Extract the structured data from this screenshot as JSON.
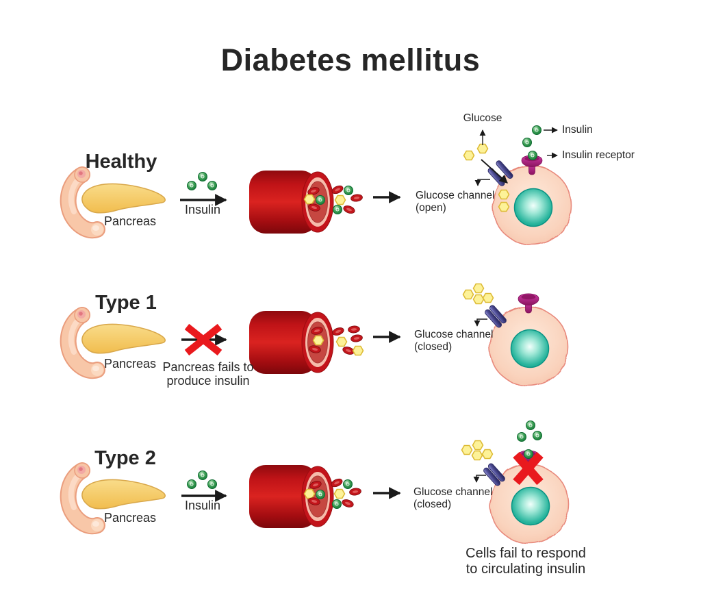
{
  "title": "Diabetes mellitus",
  "colors": {
    "text": "#262626",
    "arrow_black": "#1a1a1a",
    "insulin_green": "#1f8a44",
    "glucose_yellow": "#fdf298",
    "vessel_red": "#b30e13",
    "vessel_lining_pink": "#f6bcab",
    "cell_pink": "#f9cdb4",
    "nucleus_teal": "#15b09a",
    "receptor_magenta": "#b02588",
    "channel_purple": "#3c3b7c",
    "cross_red": "#e9191d",
    "pancreas_yellow": "#f5c95e",
    "duodenum_peach": "#f8c7a8"
  },
  "rows": {
    "healthy": {
      "label": "Healthy",
      "pancreas_label": "Pancreas",
      "insulin_label": "Insulin",
      "channel_label": "Glucose channel",
      "channel_state": "(open)"
    },
    "type1": {
      "label": "Type 1",
      "pancreas_label": "Pancreas",
      "fail_line1": "Pancreas fails to",
      "fail_line2": "produce insulin",
      "channel_label": "Glucose channel",
      "channel_state": "(closed)"
    },
    "type2": {
      "label": "Type 2",
      "pancreas_label": "Pancreas",
      "insulin_label": "Insulin",
      "channel_label": "Glucose channel",
      "channel_state": "(closed)",
      "fail_line1": "Cells fail to respond",
      "fail_line2": "to circulating insulin"
    }
  },
  "callouts": {
    "glucose": "Glucose",
    "insulin": "Insulin",
    "insulin_receptor": "Insulin receptor"
  }
}
